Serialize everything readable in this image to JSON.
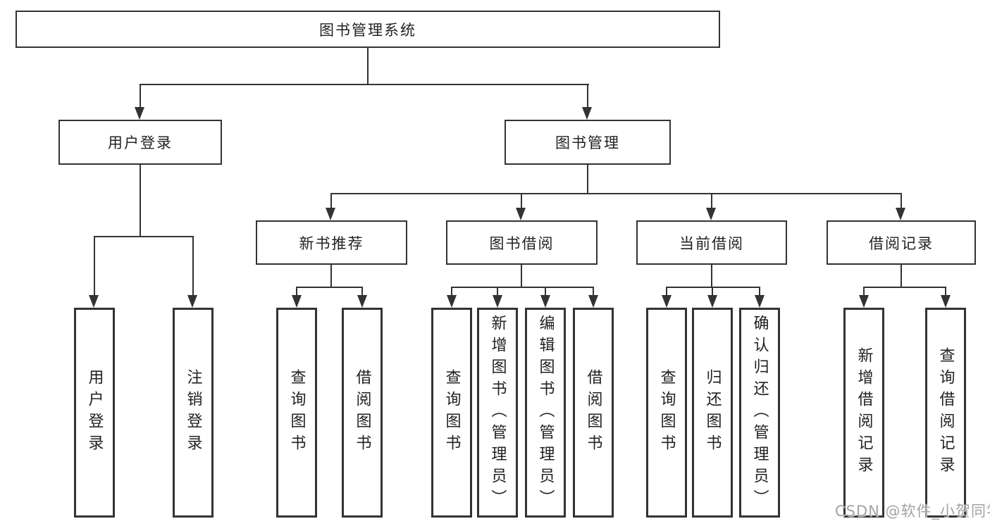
{
  "tree": {
    "root": {
      "label": "图书管理系统"
    },
    "level1": [
      {
        "label": "用户登录",
        "leaves": [
          "用户登录",
          "注销登录"
        ]
      },
      {
        "label": "图书管理",
        "children": [
          {
            "label": "新书推荐",
            "leaves": [
              "查询图书",
              "借阅图书"
            ]
          },
          {
            "label": "图书借阅",
            "leaves": [
              "查询图书",
              "新增图书（管理员）",
              "编辑图书（管理员）",
              "借阅图书"
            ]
          },
          {
            "label": "当前借阅",
            "leaves": [
              "查询图书",
              "归还图书",
              "确认归还（管理员）"
            ]
          },
          {
            "label": "借阅记录",
            "leaves": [
              "新增借阅记录",
              "查询借阅记录"
            ]
          }
        ]
      }
    ]
  },
  "watermark": "CSDN @软件_小贺同学",
  "colors": {
    "line": "#333333",
    "text": "#222222",
    "watermark": "#a3a3a3",
    "background": "#ffffff"
  }
}
